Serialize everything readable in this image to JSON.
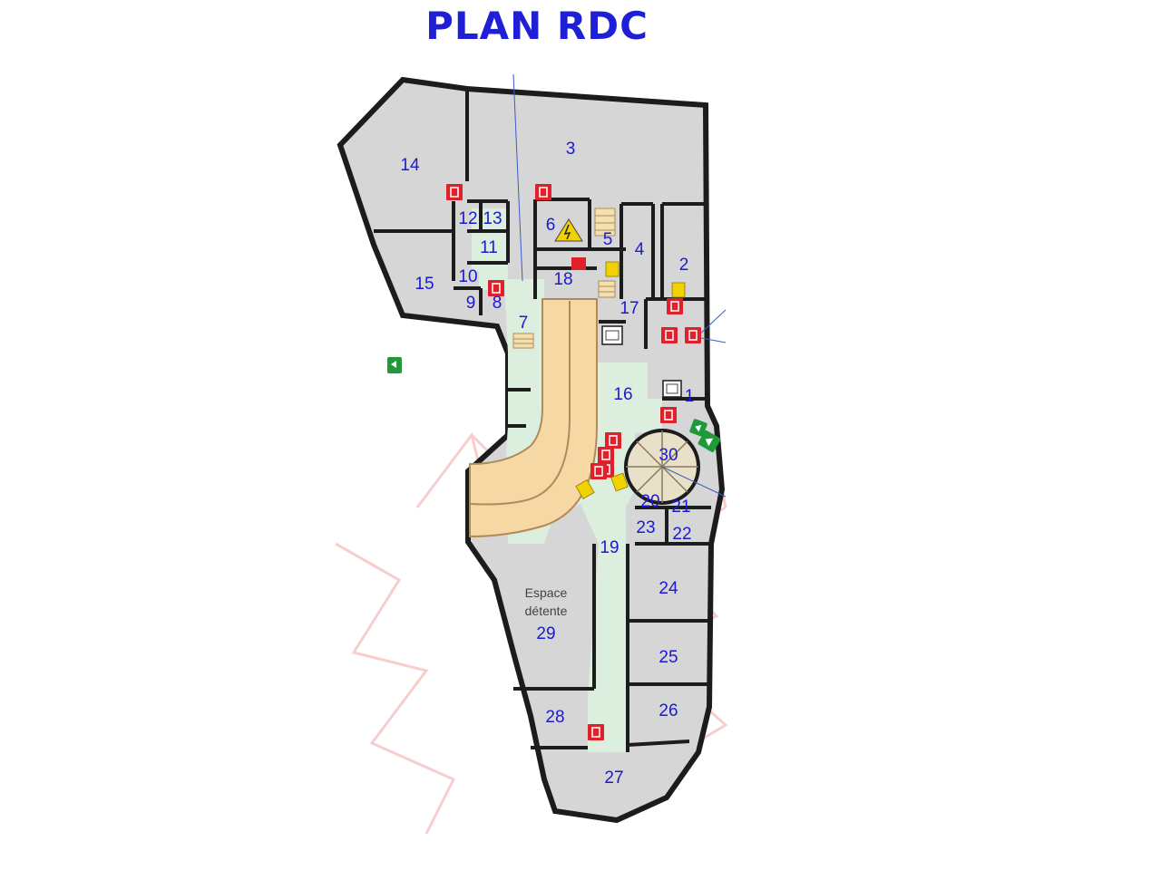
{
  "title": "PLAN RDC",
  "colors": {
    "title": "#1f1fd6",
    "room_number": "#1a1ad0",
    "wall": "#1c1c1c",
    "room_fill": "#d6d6d6",
    "corridor_fill": "#dceedd",
    "ramp_fill": "#f6d8a4",
    "ramp_stroke": "#b18a5a",
    "fire_sign": "#e0202a",
    "exit_sign": "#1f9a3a",
    "warning_sign": "#f2d100",
    "watermark": "#f4b8b8"
  },
  "rooms": [
    {
      "id": "1",
      "label": "1"
    },
    {
      "id": "2",
      "label": "2"
    },
    {
      "id": "3",
      "label": "3"
    },
    {
      "id": "4",
      "label": "4"
    },
    {
      "id": "5",
      "label": "5"
    },
    {
      "id": "6",
      "label": "6"
    },
    {
      "id": "7",
      "label": "7"
    },
    {
      "id": "8",
      "label": "8"
    },
    {
      "id": "9",
      "label": "9"
    },
    {
      "id": "10",
      "label": "10"
    },
    {
      "id": "11",
      "label": "11"
    },
    {
      "id": "12",
      "label": "12"
    },
    {
      "id": "13",
      "label": "13"
    },
    {
      "id": "14",
      "label": "14"
    },
    {
      "id": "15",
      "label": "15"
    },
    {
      "id": "16",
      "label": "16"
    },
    {
      "id": "17",
      "label": "17"
    },
    {
      "id": "18",
      "label": "18"
    },
    {
      "id": "19",
      "label": "19"
    },
    {
      "id": "20",
      "label": "20"
    },
    {
      "id": "21",
      "label": "21"
    },
    {
      "id": "22",
      "label": "22"
    },
    {
      "id": "23",
      "label": "23"
    },
    {
      "id": "24",
      "label": "24"
    },
    {
      "id": "25",
      "label": "25"
    },
    {
      "id": "26",
      "label": "26"
    },
    {
      "id": "27",
      "label": "27"
    },
    {
      "id": "28",
      "label": "28"
    },
    {
      "id": "29",
      "label": "29",
      "name_lines": [
        "Espace",
        "détente"
      ]
    },
    {
      "id": "30",
      "label": "30"
    }
  ],
  "signs": {
    "fire_extinguisher_icon": "fire-extinguisher-icon",
    "emergency_exit_icon": "emergency-exit-icon",
    "electrical_hazard_icon": "electrical-hazard-icon",
    "evacuation_arrow_icon": "evacuation-arrow-icon",
    "staircase_icon": "staircase-icon",
    "spiral_staircase_icon": "spiral-staircase-icon",
    "elevator_icon": "elevator-icon"
  }
}
